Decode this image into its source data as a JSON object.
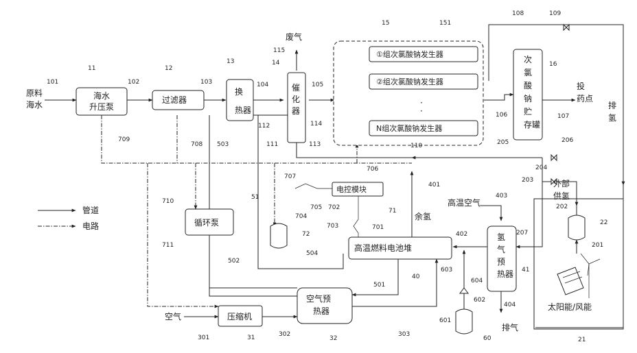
{
  "labels": {
    "raw_seawater_1": "原料",
    "raw_seawater_2": "海水",
    "pump_1": "海水",
    "pump_2": "升压泵",
    "filter": "过滤器",
    "heat_exchanger_1": "换",
    "heat_exchanger_2": "热器",
    "catalyst_1": "催",
    "catalyst_2": "化",
    "catalyst_3": "器",
    "waste_gas": "废气",
    "generator_1": "①组次氯酸钠发生器",
    "generator_2": "②组次氯酸钠发生器",
    "ellipsis": "·",
    "generator_n": "N组次氯酸钠发生器",
    "storage_1": "次",
    "storage_2": "氯",
    "storage_3": "酸",
    "storage_4": "钠",
    "storage_5": "贮",
    "storage_6": "存罐",
    "dosing_1": "投",
    "dosing_2": "药点",
    "discharge_1": "排",
    "discharge_2": "氢",
    "circulation_pump": "循环泵",
    "control_module": "电控模块",
    "fuel_cell": "高温燃料电池堆",
    "residual_hydrogen": "余氢",
    "hot_air": "高温空气",
    "h2_preheater_1": "氢",
    "h2_preheater_2": "气",
    "h2_preheater_3": "预",
    "h2_preheater_4": "热器",
    "exhaust": "排气",
    "air_preheater_1": "空气预",
    "air_preheater_2": "热器",
    "compressor": "压缩机",
    "air": "空气",
    "external_1": "外部",
    "external_2": "供氢",
    "solar_wind": "太阳能/风能"
  },
  "legend": {
    "pipe": "管道",
    "wire": "电路"
  },
  "refs": {
    "r101": "101",
    "r11": "11",
    "r102": "102",
    "r12": "12",
    "r103": "103",
    "r13": "13",
    "r104": "104",
    "r14": "14",
    "r115": "115",
    "r105": "105",
    "r15": "15",
    "r151": "151",
    "r108": "108",
    "r109": "109",
    "r16": "16",
    "r106": "106",
    "r107": "107",
    "r112": "112",
    "r114": "114",
    "r111": "111",
    "r113": "113",
    "r110": "110",
    "r709": "709",
    "r708": "708",
    "r503": "503",
    "r706": "706",
    "r205": "205",
    "r206": "206",
    "r204": "204",
    "r203": "203",
    "r202": "202",
    "r22": "22",
    "r201": "201",
    "r207": "207",
    "r41": "41",
    "r403": "403",
    "r402": "402",
    "r401": "401",
    "r404": "404",
    "r707": "707",
    "r705": "705",
    "r702": "702",
    "r704": "704",
    "r71": "71",
    "r701": "701",
    "r703": "703",
    "r72": "72",
    "r51": "51",
    "r710": "710",
    "r711": "711",
    "r502": "502",
    "r504": "504",
    "r501": "501",
    "r40": "40",
    "r603": "603",
    "r604": "604",
    "r602": "602",
    "r601": "601",
    "r60": "60",
    "r301": "301",
    "r31": "31",
    "r302": "302",
    "r32": "32",
    "r303": "303",
    "r21": "21"
  }
}
